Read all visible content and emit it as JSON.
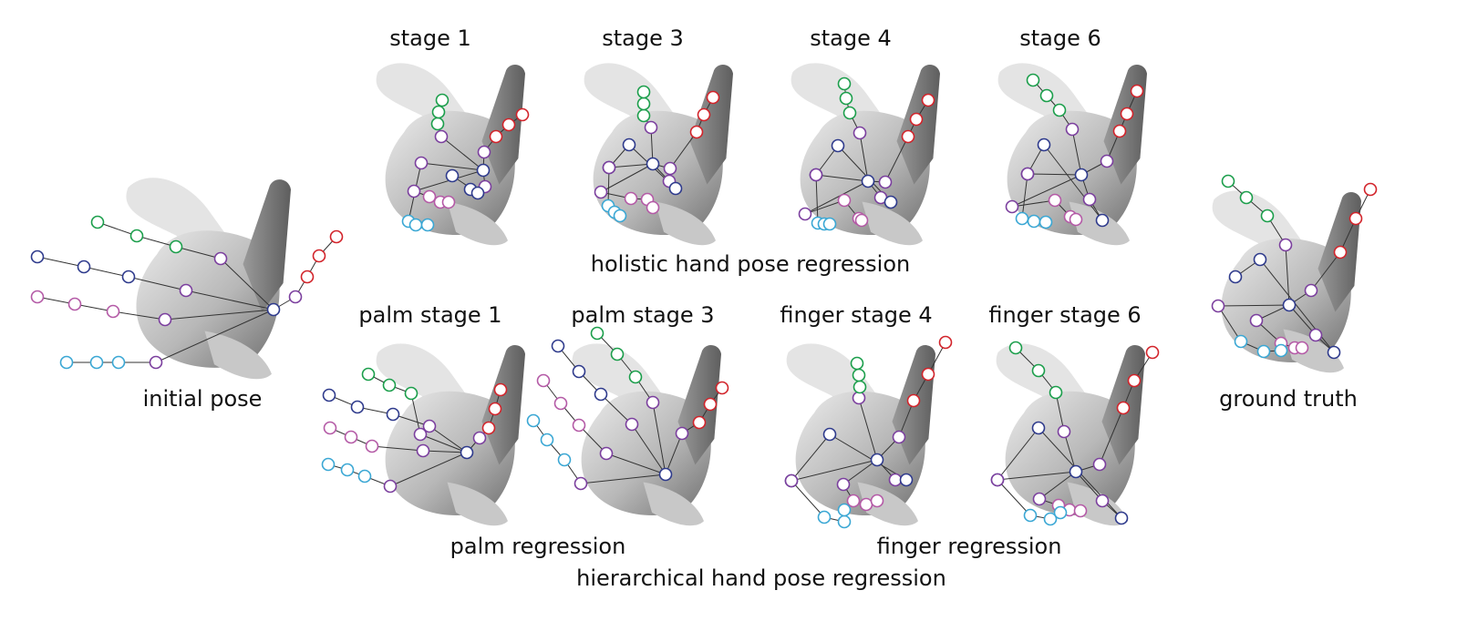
{
  "panels": {
    "initial": {
      "caption": "initial pose"
    },
    "ground_truth": {
      "caption": "ground truth"
    },
    "holistic": {
      "stage_labels": [
        "stage 1",
        "stage 3",
        "stage 4",
        "stage 6"
      ]
    },
    "hierarchical": {
      "stage_labels": [
        "palm stage 1",
        "palm stage 3",
        "finger stage 4",
        "finger stage 6"
      ]
    }
  },
  "captions": {
    "holistic": "holistic hand pose regression",
    "palm": "palm regression",
    "finger": "finger regression",
    "hierarchical": "hierarchical hand pose regression"
  },
  "colors": {
    "thumb": "#d2232a",
    "index": "#7b3f9e",
    "middle": "#2e3a8c",
    "ring": "#b45aa6",
    "pinky": "#3aa7d4",
    "wrist_extra": "#1b9e4b",
    "palm_center": "#2e3a8c",
    "bone": "#333333",
    "depth_light": "#ececec",
    "depth_dark": "#6f6f6f"
  }
}
